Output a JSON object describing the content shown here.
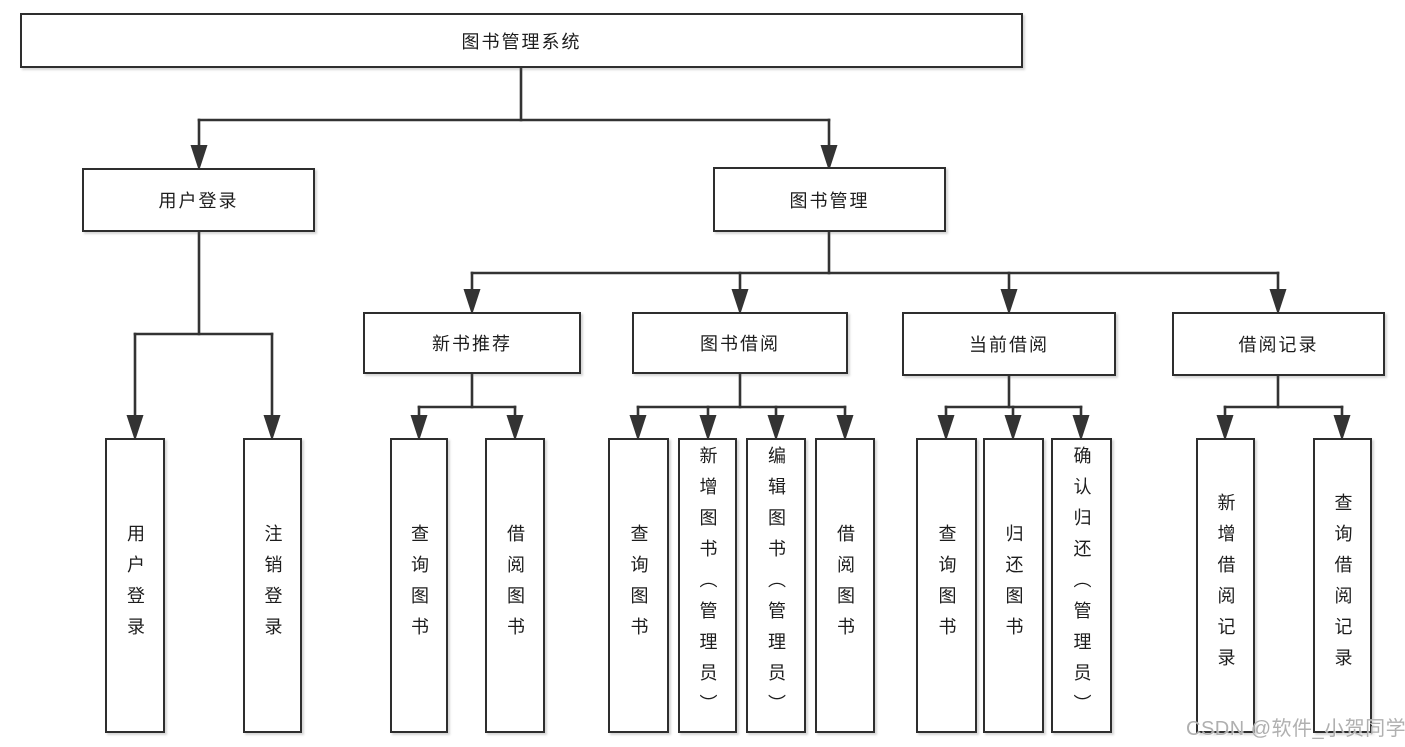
{
  "diagram": {
    "title": "图书管理系统",
    "level2": [
      {
        "label": "用户登录"
      },
      {
        "label": "图书管理"
      }
    ],
    "level3": [
      {
        "label": "新书推荐"
      },
      {
        "label": "图书借阅"
      },
      {
        "label": "当前借阅"
      },
      {
        "label": "借阅记录"
      }
    ],
    "leaves": [
      {
        "label": "用户登录"
      },
      {
        "label": "注销登录"
      },
      {
        "label": "查询图书"
      },
      {
        "label": "借阅图书"
      },
      {
        "label": "查询图书"
      },
      {
        "label": "新增图书（管理员）"
      },
      {
        "label": "编辑图书（管理员）"
      },
      {
        "label": "借阅图书"
      },
      {
        "label": "查询图书"
      },
      {
        "label": "归还图书"
      },
      {
        "label": "确认归还（管理员）"
      },
      {
        "label": "新增借阅记录"
      },
      {
        "label": "查询借阅记录"
      }
    ]
  },
  "watermark": "CSDN @软件_小贺同学",
  "colors": {
    "line": "#333333",
    "box_border": "#2e2e2e",
    "text": "#1d1d1d",
    "watermark": "#b0b0b0",
    "background": "#ffffff"
  }
}
